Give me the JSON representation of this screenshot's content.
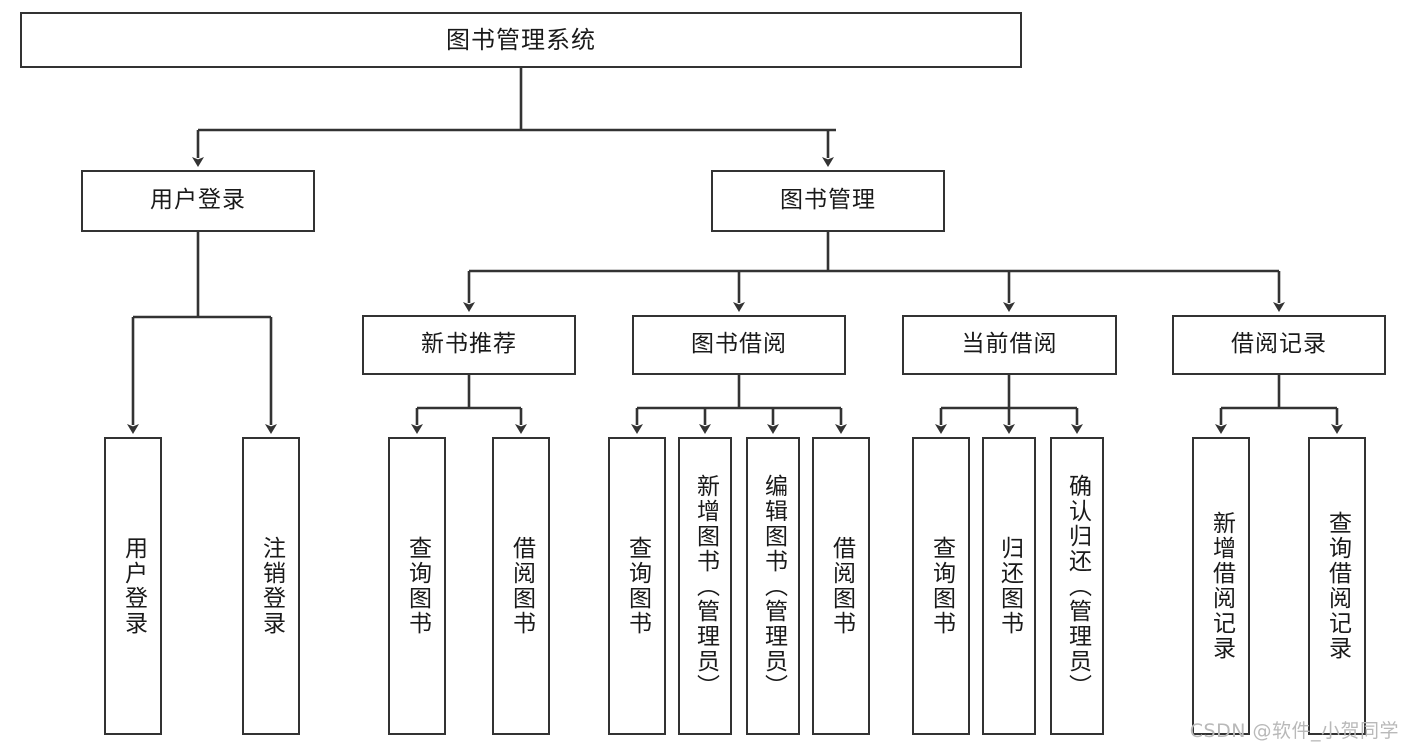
{
  "diagram": {
    "type": "tree",
    "title": "图书管理系统",
    "root": {
      "label": "图书管理系统"
    },
    "level2": [
      {
        "label": "用户登录"
      },
      {
        "label": "图书管理"
      }
    ],
    "level3": [
      {
        "label": "新书推荐"
      },
      {
        "label": "图书借阅"
      },
      {
        "label": "当前借阅"
      },
      {
        "label": "借阅记录"
      }
    ],
    "leaves": {
      "user_login": [
        {
          "label": "用户登录"
        },
        {
          "label": "注销登录"
        }
      ],
      "new_book": [
        {
          "label": "查询图书"
        },
        {
          "label": "借阅图书"
        }
      ],
      "book_borrow": [
        {
          "label": "查询图书"
        },
        {
          "label": "新增图书（管理员）"
        },
        {
          "label": "编辑图书（管理员）"
        },
        {
          "label": "借阅图书"
        }
      ],
      "current_borrow": [
        {
          "label": "查询图书"
        },
        {
          "label": "归还图书"
        },
        {
          "label": "确认归还（管理员）"
        }
      ],
      "borrow_record": [
        {
          "label": "新增借阅记录"
        },
        {
          "label": "查询借阅记录"
        }
      ]
    }
  },
  "watermark": {
    "text": "CSDN @软件_小贺同学"
  },
  "colors": {
    "border": "#333333",
    "background": "#ffffff",
    "text": "#1a1a1a",
    "watermark": "#b9b9b9"
  }
}
